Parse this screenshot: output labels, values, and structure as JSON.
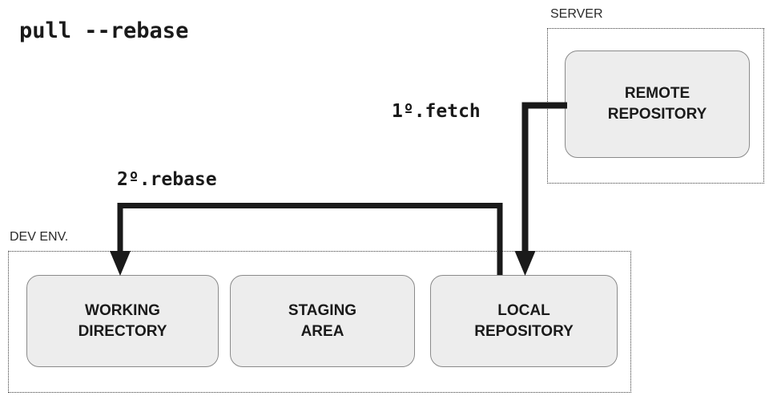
{
  "title": "pull --rebase",
  "groups": {
    "server": {
      "label": "SERVER"
    },
    "dev_env": {
      "label": "DEV ENV."
    }
  },
  "nodes": {
    "remote_repository": "REMOTE\nREPOSITORY",
    "working_directory": "WORKING\nDIRECTORY",
    "staging_area": "STAGING\nAREA",
    "local_repository": "LOCAL\nREPOSITORY"
  },
  "steps": [
    {
      "id": "fetch",
      "label": "1º.fetch",
      "from": "remote_repository",
      "to": "local_repository"
    },
    {
      "id": "rebase",
      "label": "2º.rebase",
      "from": "local_repository",
      "to": "working_directory"
    }
  ],
  "colors": {
    "background": "#ffffff",
    "node_fill": "#ededed",
    "node_border": "#8a8a8a",
    "group_border": "#3a3a3a",
    "connector": "#1a1a1a",
    "text": "#1a1a1a"
  }
}
